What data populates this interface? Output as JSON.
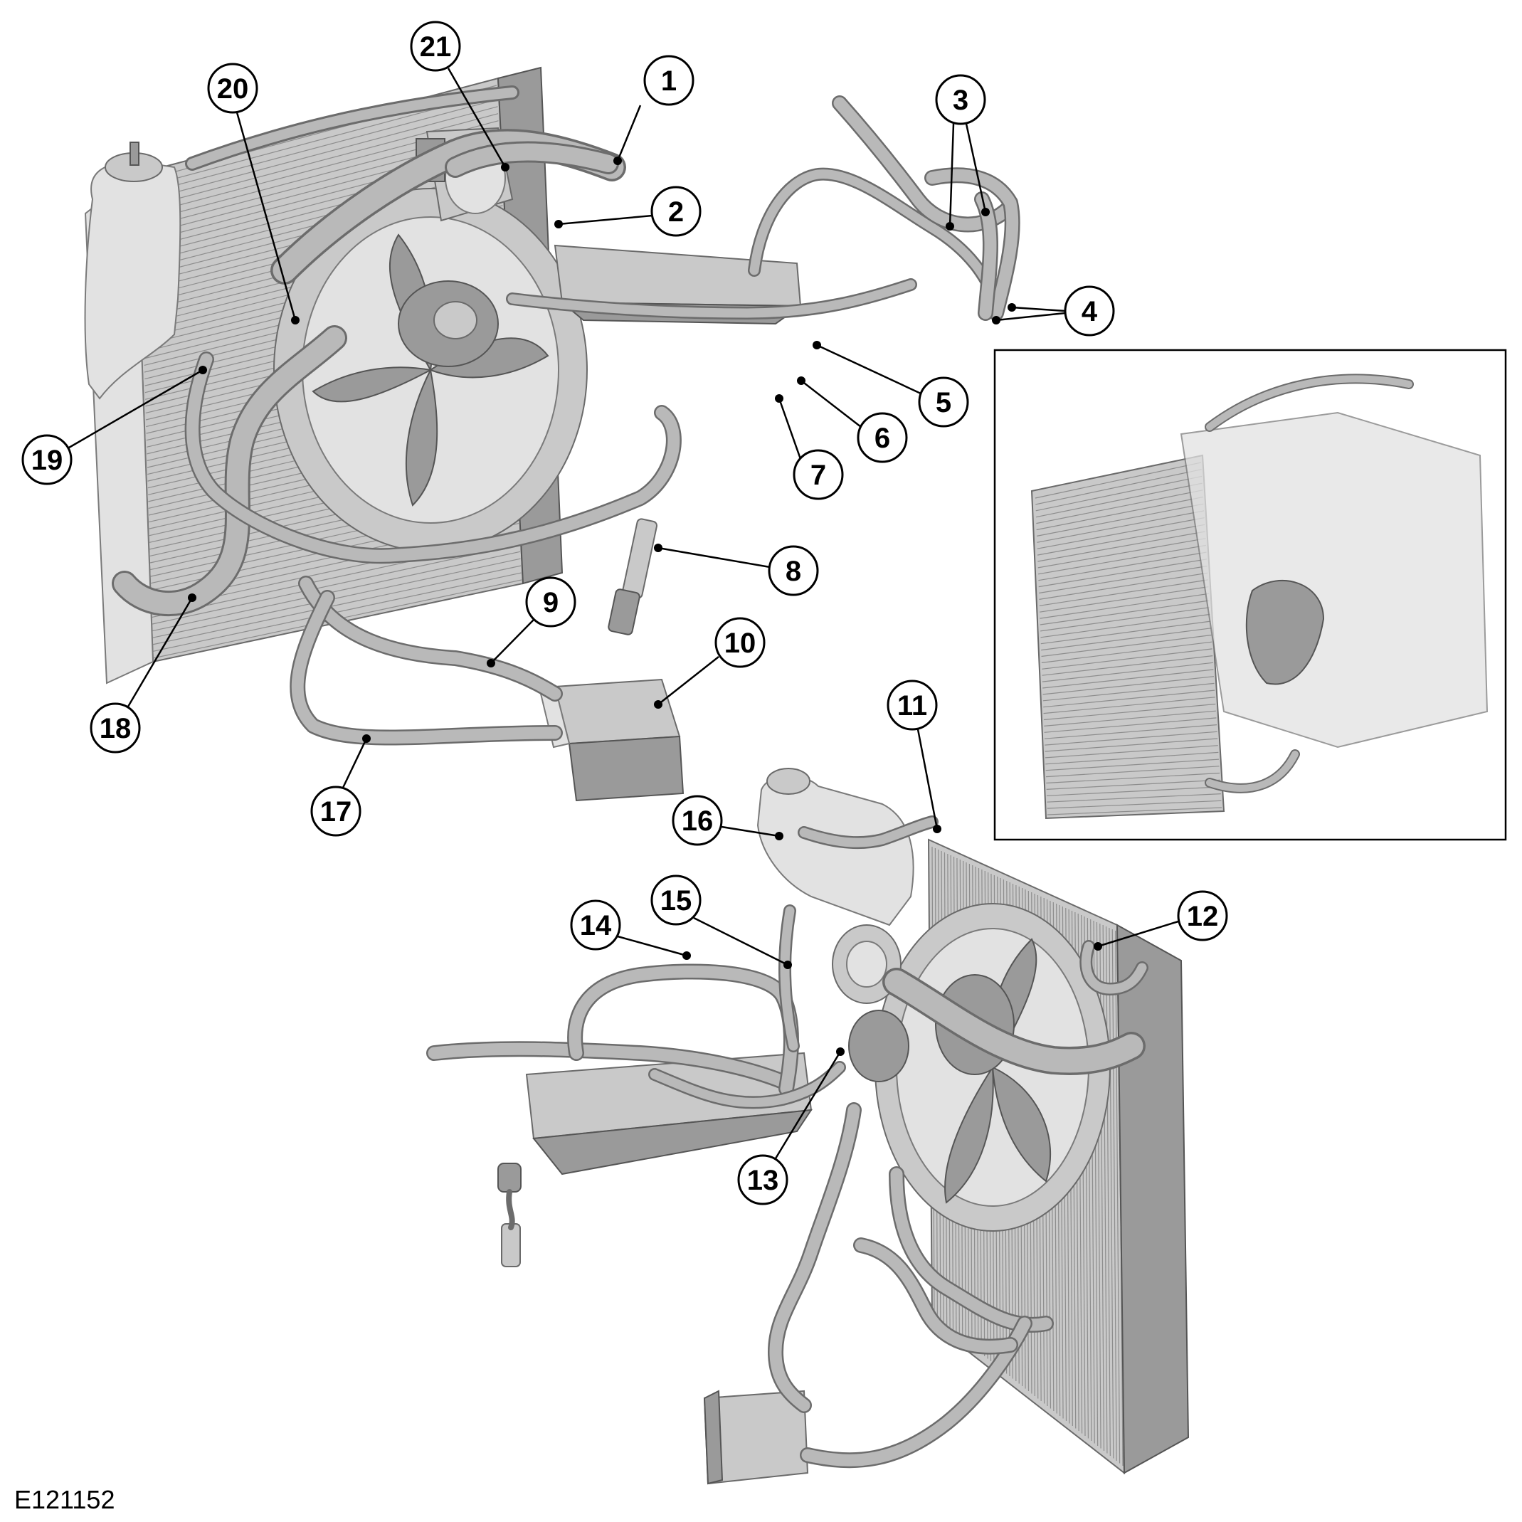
{
  "figure": {
    "reference_code": "E121152"
  },
  "callouts": [
    {
      "number": "1"
    },
    {
      "number": "2"
    },
    {
      "number": "3"
    },
    {
      "number": "4"
    },
    {
      "number": "5"
    },
    {
      "number": "6"
    },
    {
      "number": "7"
    },
    {
      "number": "8"
    },
    {
      "number": "9"
    },
    {
      "number": "10"
    },
    {
      "number": "11"
    },
    {
      "number": "12"
    },
    {
      "number": "13"
    },
    {
      "number": "14"
    },
    {
      "number": "15"
    },
    {
      "number": "16"
    },
    {
      "number": "17"
    },
    {
      "number": "18"
    },
    {
      "number": "19"
    },
    {
      "number": "20"
    },
    {
      "number": "21"
    }
  ],
  "colors": {
    "line": "#000000",
    "part_fill": "#c9c9c9",
    "part_outline": "#6a6a6a",
    "background": "#ffffff"
  }
}
